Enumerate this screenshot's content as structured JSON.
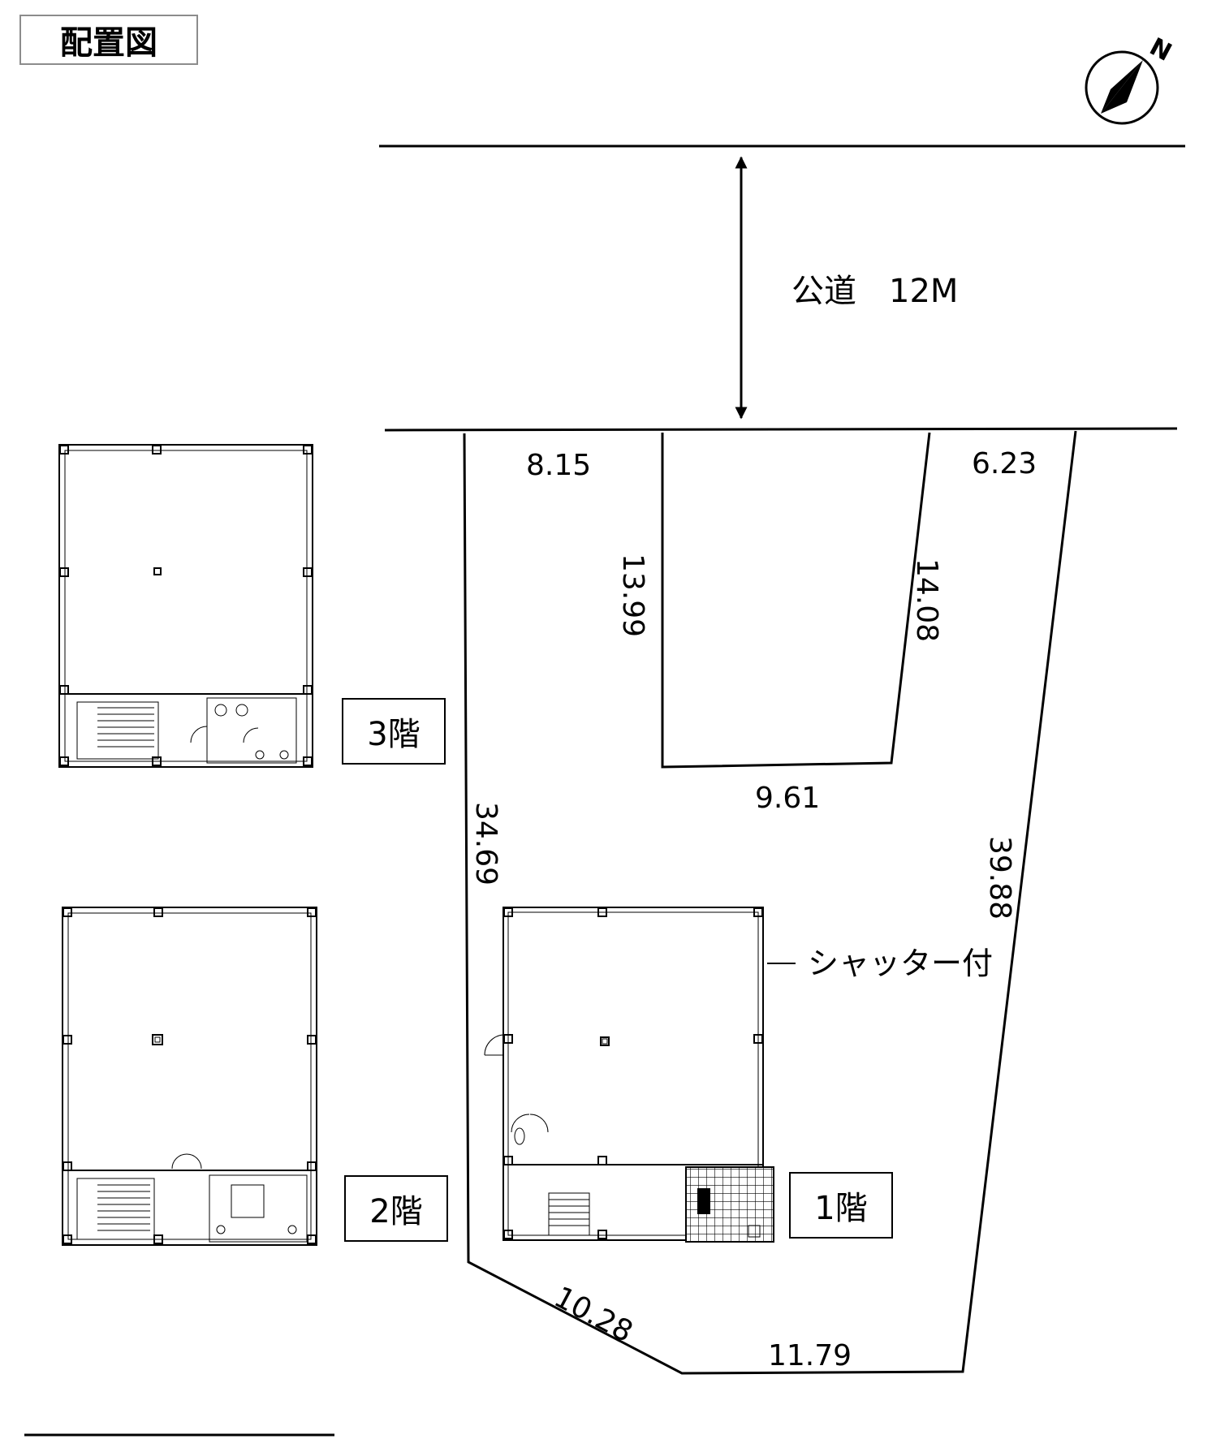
{
  "title": "配置図",
  "road": {
    "label": "公道　12M"
  },
  "compass": {
    "north_label": "N"
  },
  "dimensions": {
    "d815": "8.15",
    "d623": "6.23",
    "d1399": "13.99",
    "d1408": "14.08",
    "d961": "9.61",
    "d3469": "34.69",
    "d3988": "39.88",
    "d1028": "10.28",
    "d1179": "11.79"
  },
  "annotations": {
    "shutter": "シャッター付"
  },
  "floors": {
    "f3": "3階",
    "f2": "2階",
    "f1": "1階"
  }
}
